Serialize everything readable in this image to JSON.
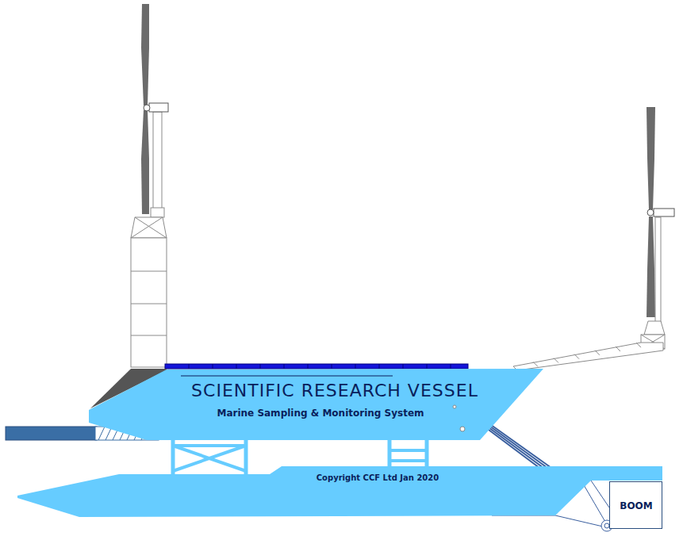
{
  "diagram": {
    "nodes": [
      {
        "text": [
          "SCIENTIFIC RESEARCH VESSEL",
          "Marine Sampling & Monitoring System"
        ]
      },
      {
        "text": [
          "Copyright CCF Ltd Jan 2020"
        ]
      },
      {
        "text": [
          "BOOM"
        ]
      }
    ]
  }
}
